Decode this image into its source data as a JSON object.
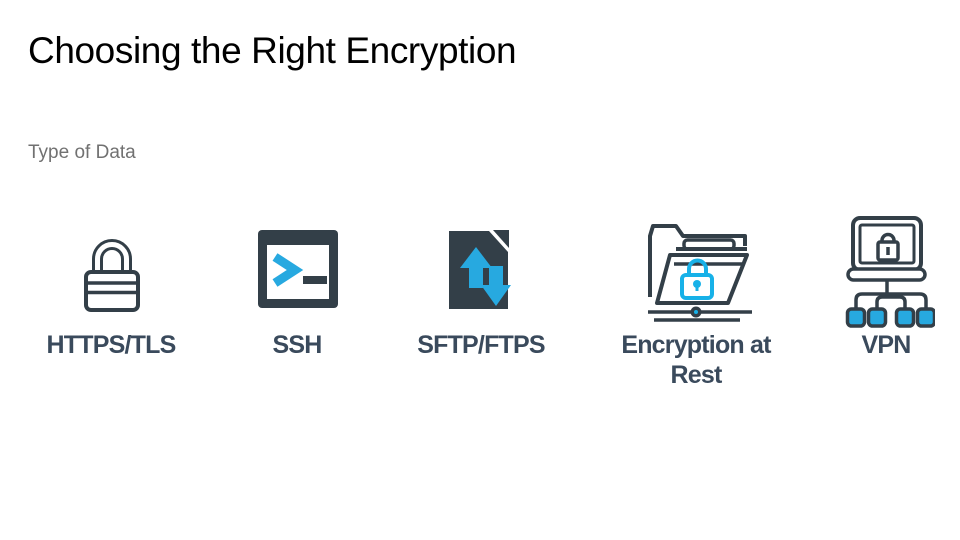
{
  "slide": {
    "title": "Choosing the Right Encryption",
    "subtitle": "Type of Data",
    "options": [
      {
        "label": "HTTPS/TLS",
        "icon": "padlock-icon"
      },
      {
        "label": "SSH",
        "icon": "terminal-prompt-icon"
      },
      {
        "label": "SFTP/FTPS",
        "icon": "file-transfer-arrows-icon"
      },
      {
        "label": "Encryption at Rest",
        "icon": "locked-folder-icon"
      },
      {
        "label": "VPN",
        "icon": "laptop-lock-network-icon"
      }
    ],
    "colors": {
      "background": "#FFFFFF",
      "title_color": "#000000",
      "subtitle_gray": "#717171",
      "label_color": "#3A4A5C",
      "icon_dark": "#333F48",
      "accent_cyan": "#27A9E0",
      "lock_cyan": "#17B1E8"
    }
  }
}
